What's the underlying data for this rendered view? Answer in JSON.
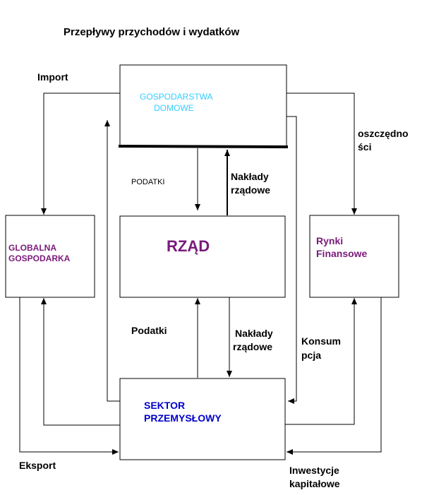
{
  "title": "Przepływy przychodów i wydatków",
  "boxes": {
    "households": {
      "line1": "GOSPODARSTWA",
      "line2": "DOMOWE"
    },
    "government": {
      "label": "RZĄD"
    },
    "global_economy": {
      "line1": "GLOBALNA",
      "line2": "GOSPODARKA"
    },
    "financial_markets": {
      "line1": "Rynki",
      "line2": "Finansowe"
    },
    "industrial_sector": {
      "line1": "SEKTOR",
      "line2": "PRZEMYSŁOWY"
    }
  },
  "flows": {
    "import": "Import",
    "savings": {
      "line1": "oszczędno",
      "line2": "ści"
    },
    "taxes_upper": "PODATKI",
    "gov_spending_upper": {
      "line1": "Nakłady",
      "line2": "rządowe"
    },
    "taxes_lower": "Podatki",
    "gov_spending_lower": {
      "line1": "Nakłady",
      "line2": "rządowe"
    },
    "consumption": {
      "line1": "Konsum",
      "line2": "pcja"
    },
    "export": "Eksport",
    "capital_investment": {
      "line1": "Inwestycje",
      "line2": "kapitałowe"
    }
  },
  "colors": {
    "households_text": "#33ccff",
    "government_text": "#7a1a7a",
    "global_economy_text": "#7a1a7a",
    "financial_markets_text": "#7a1a7a",
    "industrial_sector_text": "#0000cc",
    "line": "#000000"
  }
}
